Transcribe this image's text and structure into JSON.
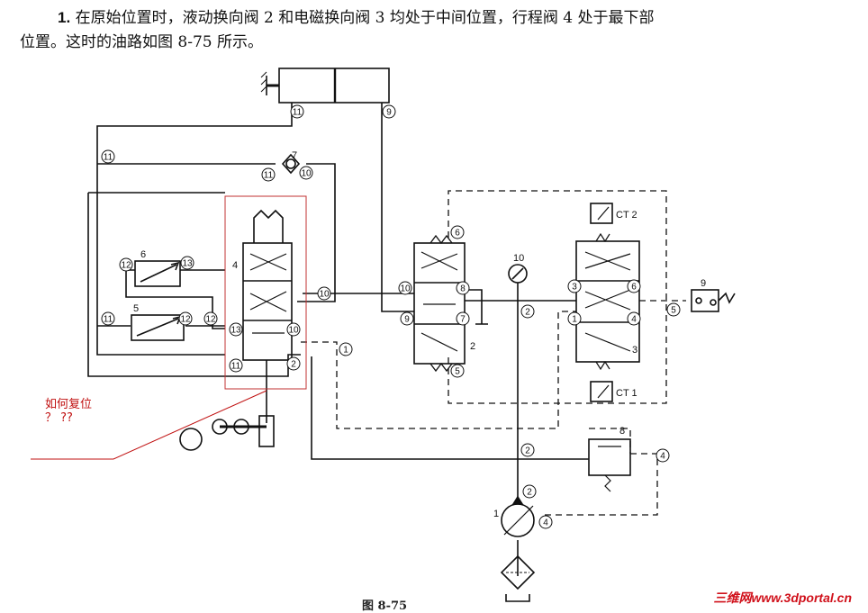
{
  "heading": {
    "index": "1.",
    "line1": "在原始位置时，液动换向阀 2 和电磁换向阀 3 均处于中间位置，行程阀 4 处于最下部",
    "line2": "位置。这时的油路如图 8-75 所示。"
  },
  "annotation": {
    "line1": "如何复位",
    "line2": "？ ??"
  },
  "caption": "图  8-75",
  "watermark": "三维网www.3dportal.cn",
  "components": {
    "throttle_6": "6",
    "throttle_5": "5",
    "valve_4": "4",
    "check_7": "7",
    "valve_2": "2",
    "gauge_10": "10",
    "valve_3": "3",
    "switch_9": "9",
    "relief_8": "8",
    "pump_1": "1",
    "coil_ct2": "CT 2",
    "coil_ct1": "CT 1"
  },
  "port_labels": {
    "p11a": "11",
    "p9a": "9",
    "p11b": "11",
    "p11c": "11",
    "p10a": "10",
    "p12a": "12",
    "p13a": "13",
    "p12b": "12",
    "p11d": "11",
    "p12c": "12",
    "p13b": "13",
    "p10b": "10",
    "p11e": "11",
    "p2a": "2",
    "p1a": "1",
    "p10c": "10",
    "p10d": "10",
    "p9b": "9",
    "p8": "8",
    "p7": "7",
    "p6a": "6",
    "p5a": "5",
    "p2b": "2",
    "p3": "3",
    "p6b": "6",
    "p1b": "1",
    "p4a": "4",
    "p5b": "5",
    "p2c": "2",
    "p4b": "4",
    "p2d": "2",
    "p4c": "4"
  },
  "colors": {
    "ink": "#111111",
    "annotation": "#c01010",
    "watermark": "#d0101a"
  }
}
